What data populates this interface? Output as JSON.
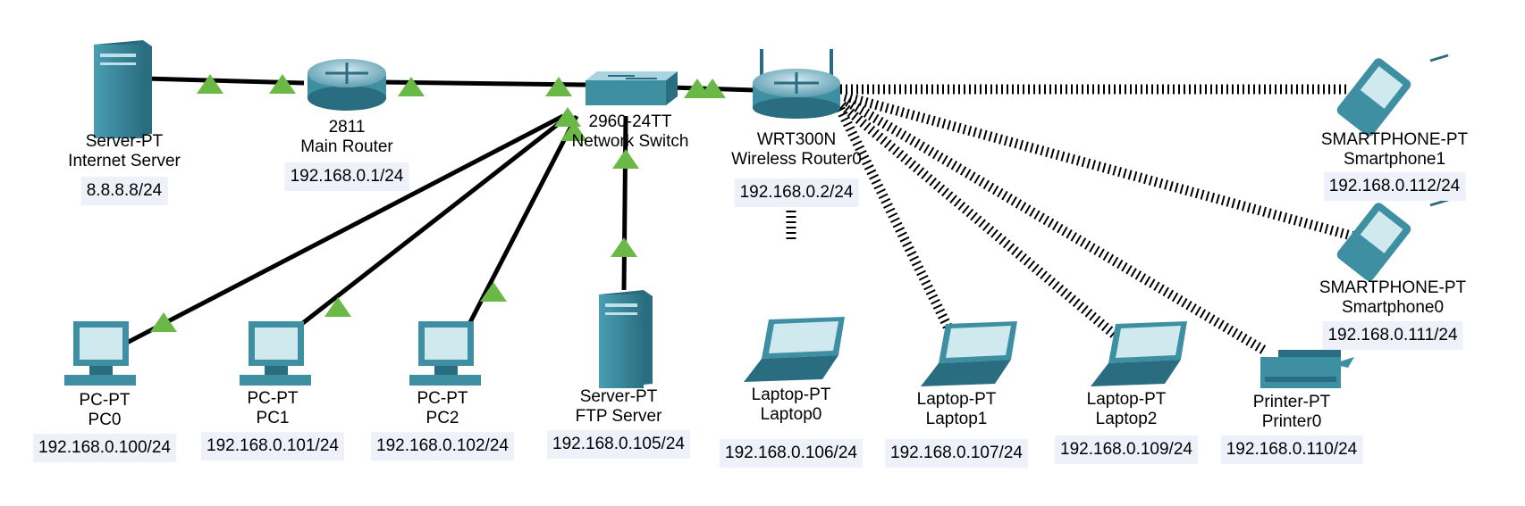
{
  "devices": {
    "internet_server": {
      "type": "Server-PT",
      "name": "Internet Server",
      "ip": "8.8.8.8/24"
    },
    "main_router": {
      "type": "2811",
      "name": "Main Router",
      "ip": "192.168.0.1/24"
    },
    "switch": {
      "type": "2960-24TT",
      "name": "Network Switch"
    },
    "wireless_router": {
      "type": "WRT300N",
      "name": "Wireless Router0",
      "ip": "192.168.0.2/24"
    },
    "smartphone1": {
      "type": "SMARTPHONE-PT",
      "name": "Smartphone1",
      "ip": "192.168.0.112/24"
    },
    "smartphone0": {
      "type": "SMARTPHONE-PT",
      "name": "Smartphone0",
      "ip": "192.168.0.111/24"
    },
    "pc0": {
      "type": "PC-PT",
      "name": "PC0",
      "ip": "192.168.0.100/24"
    },
    "pc1": {
      "type": "PC-PT",
      "name": "PC1",
      "ip": "192.168.0.101/24"
    },
    "pc2": {
      "type": "PC-PT",
      "name": "PC2",
      "ip": "192.168.0.102/24"
    },
    "ftp_server": {
      "type": "Server-PT",
      "name": "FTP Server",
      "ip": "192.168.0.105/24"
    },
    "laptop0": {
      "type": "Laptop-PT",
      "name": "Laptop0",
      "ip": "192.168.0.106/24"
    },
    "laptop1": {
      "type": "Laptop-PT",
      "name": "Laptop1",
      "ip": "192.168.0.107/24"
    },
    "laptop2": {
      "type": "Laptop-PT",
      "name": "Laptop2",
      "ip": "192.168.0.109/24"
    },
    "printer0": {
      "type": "Printer-PT",
      "name": "Printer0",
      "ip": "192.168.0.110/24"
    }
  },
  "colors": {
    "link": "#000000",
    "link_up": "#6ab845",
    "device": "#3f8fa3",
    "device_dark": "#2a6d80",
    "label_bg": "#eef1fa"
  },
  "icons": {
    "server": "server-icon",
    "router": "router-icon",
    "switch": "switch-icon",
    "wireless_router": "wireless-router-icon",
    "pc": "pc-icon",
    "laptop": "laptop-icon",
    "printer": "printer-icon",
    "smartphone": "smartphone-icon"
  }
}
